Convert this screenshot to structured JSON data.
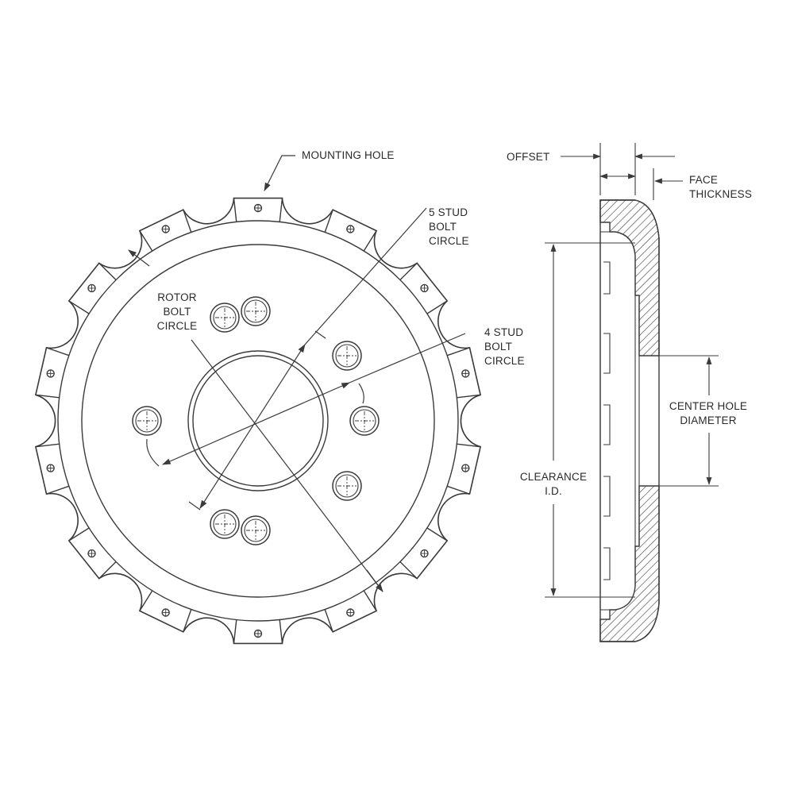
{
  "labels": {
    "mounting_hole": "MOUNTING HOLE",
    "five_stud_bolt_circle": [
      "5 STUD",
      "BOLT",
      "CIRCLE"
    ],
    "rotor_bolt_circle": [
      "ROTOR",
      "BOLT",
      "CIRCLE"
    ],
    "four_stud_bolt_circle": [
      "4 STUD",
      "BOLT",
      "CIRCLE"
    ],
    "offset": "OFFSET",
    "face_thickness": [
      "FACE",
      "THICKNESS"
    ],
    "center_hole_diameter": [
      "CENTER HOLE",
      "DIAMETER"
    ],
    "clearance_id": [
      "CLEARANCE",
      "I.D."
    ]
  },
  "colors": {
    "line": "#3a3a3a",
    "background": "#ffffff"
  }
}
